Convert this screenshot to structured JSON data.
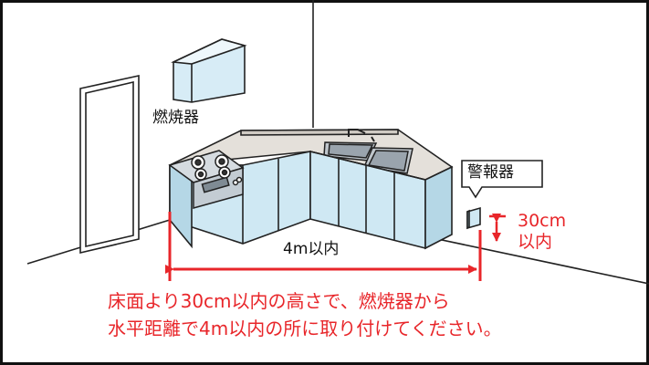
{
  "labels": {
    "burner": "燃焼器",
    "alarm": "警報器",
    "distance": "4m以内",
    "height_value": "30cm",
    "height_unit": "以内"
  },
  "note": {
    "line1": "床面より30cm以内の高さで、燃焼器から",
    "line2": "水平距離で4m以内の所に取り付けてください。"
  },
  "colors": {
    "accent_red": "#e8262a",
    "cabinet_blue": "#cfe8f3",
    "counter_gray": "#e4e0da",
    "frame": "#111111"
  }
}
